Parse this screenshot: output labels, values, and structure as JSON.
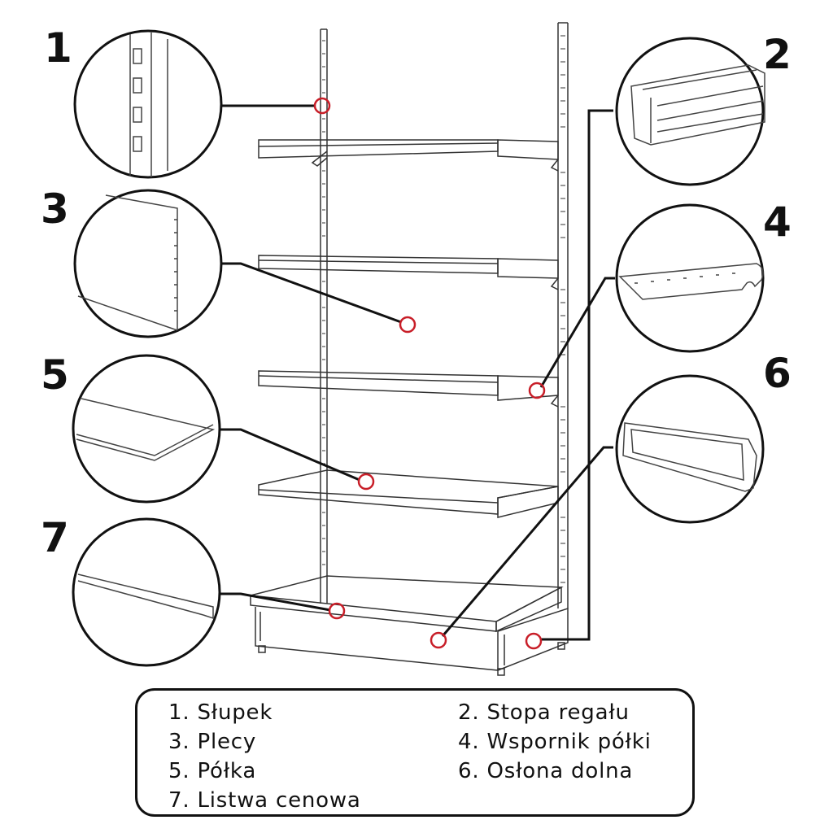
{
  "callouts": [
    {
      "number": "1",
      "label": "1. Słupek"
    },
    {
      "number": "2",
      "label": "2. Stopa regału"
    },
    {
      "number": "3",
      "label": "3. Plecy"
    },
    {
      "number": "4",
      "label": "4. Wspornik półki"
    },
    {
      "number": "5",
      "label": "5. Półka"
    },
    {
      "number": "6",
      "label": "6. Osłona dolna"
    },
    {
      "number": "7",
      "label": "7. Listwa cenowa"
    }
  ],
  "colors": {
    "marker": "#c81e28",
    "line": "#111111"
  }
}
